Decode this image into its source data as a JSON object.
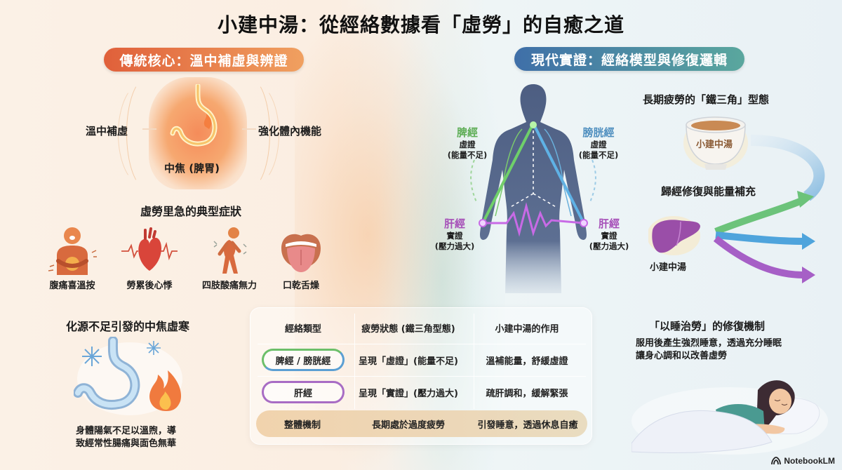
{
  "title": "小建中湯：從經絡數據看「虛勞」的自癒之道",
  "left_section": {
    "header": "傳統核心：溫中補虛與辨證",
    "torso": {
      "left_label": "溫中補虛",
      "right_label": "強化體內機能",
      "center_label": "中焦 (脾胃)"
    },
    "symptoms": {
      "heading": "虛勞里急的典型症狀",
      "items": [
        {
          "icon": "abdominal-pain-icon",
          "label": "腹痛喜溫按"
        },
        {
          "icon": "heart-palpitation-icon",
          "label": "勞累後心悸"
        },
        {
          "icon": "limb-ache-icon",
          "label": "四肢酸痛無力"
        },
        {
          "icon": "dry-mouth-icon",
          "label": "口乾舌燥"
        }
      ]
    },
    "cold": {
      "heading": "化源不足引發的中焦虛寒",
      "desc_line1": "身體陽氣不足以溫煦，導",
      "desc_line2": "致經常性腸痛與面色無華"
    }
  },
  "right_section": {
    "header": "現代實證：經絡模型與修復邏輯",
    "body_model": {
      "spleen": {
        "name": "脾經",
        "state": "虛證",
        "note": "(能量不足)",
        "color": "#5fae57"
      },
      "bladder": {
        "name": "膀胱經",
        "state": "虛證",
        "note": "(能量不足)",
        "color": "#4f8fbf"
      },
      "liver_left": {
        "name": "肝經",
        "state": "實證",
        "note": "(壓力過大)",
        "color": "#a64fb8"
      },
      "liver_right": {
        "name": "肝經",
        "state": "實證",
        "note": "(壓力過大)",
        "color": "#a64fb8"
      }
    },
    "triangle": {
      "heading": "長期疲勞的「鐵三角」型態",
      "bowl_label": "小建中湯",
      "repair_label": "歸經修復與能量補充",
      "liver_label": "小建中湯",
      "arrow_colors": [
        "#9fc6e4",
        "#6cc37a",
        "#4fa4dc",
        "#a65fc6"
      ]
    },
    "sleep": {
      "heading": "「以睡治勞」的修復機制",
      "line1": "服用後產生強烈睡意，透過充分睡眠",
      "line2": "讓身心調和以改善虛勞"
    }
  },
  "table": {
    "headers": [
      "經絡類型",
      "疲勞狀態 (鐵三角型態)",
      "小建中湯的作用"
    ],
    "rows": [
      [
        "脾經 / 膀胱經",
        "呈現「虛證」(能量不足)",
        "溫補能量，舒緩虛證"
      ],
      [
        "肝經",
        "呈現「實證」(壓力過大)",
        "疏肝調和，緩解緊張"
      ]
    ],
    "total": [
      "整體機制",
      "長期處於過度疲勞",
      "引發睡意，透過休息自癒"
    ]
  },
  "branding": {
    "label": "NotebookLM"
  }
}
